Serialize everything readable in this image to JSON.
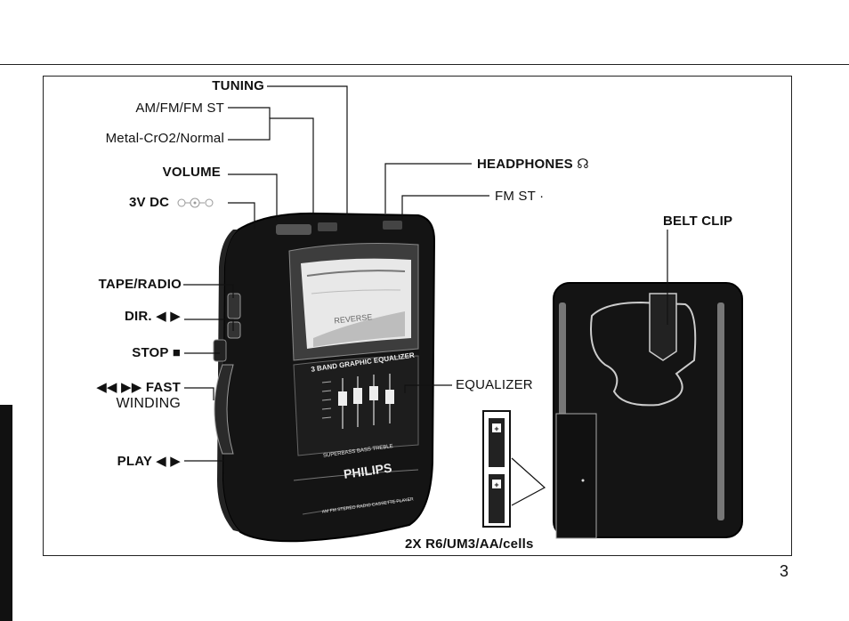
{
  "labels": {
    "tuning": "TUNING",
    "band": "AM/FM/FM ST",
    "tape_type": "Metal-CrO2/Normal",
    "volume": "VOLUME",
    "dc": "3V DC",
    "tape_radio": "TAPE/RADIO",
    "dir": "DIR. ◀ ▶",
    "stop": "STOP ■",
    "fast": "◀◀ ▶▶ FAST",
    "winding": "WINDING",
    "play": "PLAY ◀ ▶",
    "headphones": "HEADPHONES ☊",
    "fm_st": "FM ST ·",
    "belt_clip": "BELT CLIP",
    "equalizer": "EQUALIZER",
    "batteries": "2X R6/UM3/AA/cells"
  },
  "device": {
    "brand": "PHILIPS",
    "panel": "3 BAND GRAPHIC EQUALIZER",
    "sliders": "SUPERBASS   BASS   TREBLE",
    "reverse": "REVERSE",
    "footer": "AM FM STEREO RADIO CASSETTE PLAYER"
  },
  "page_number": "3"
}
